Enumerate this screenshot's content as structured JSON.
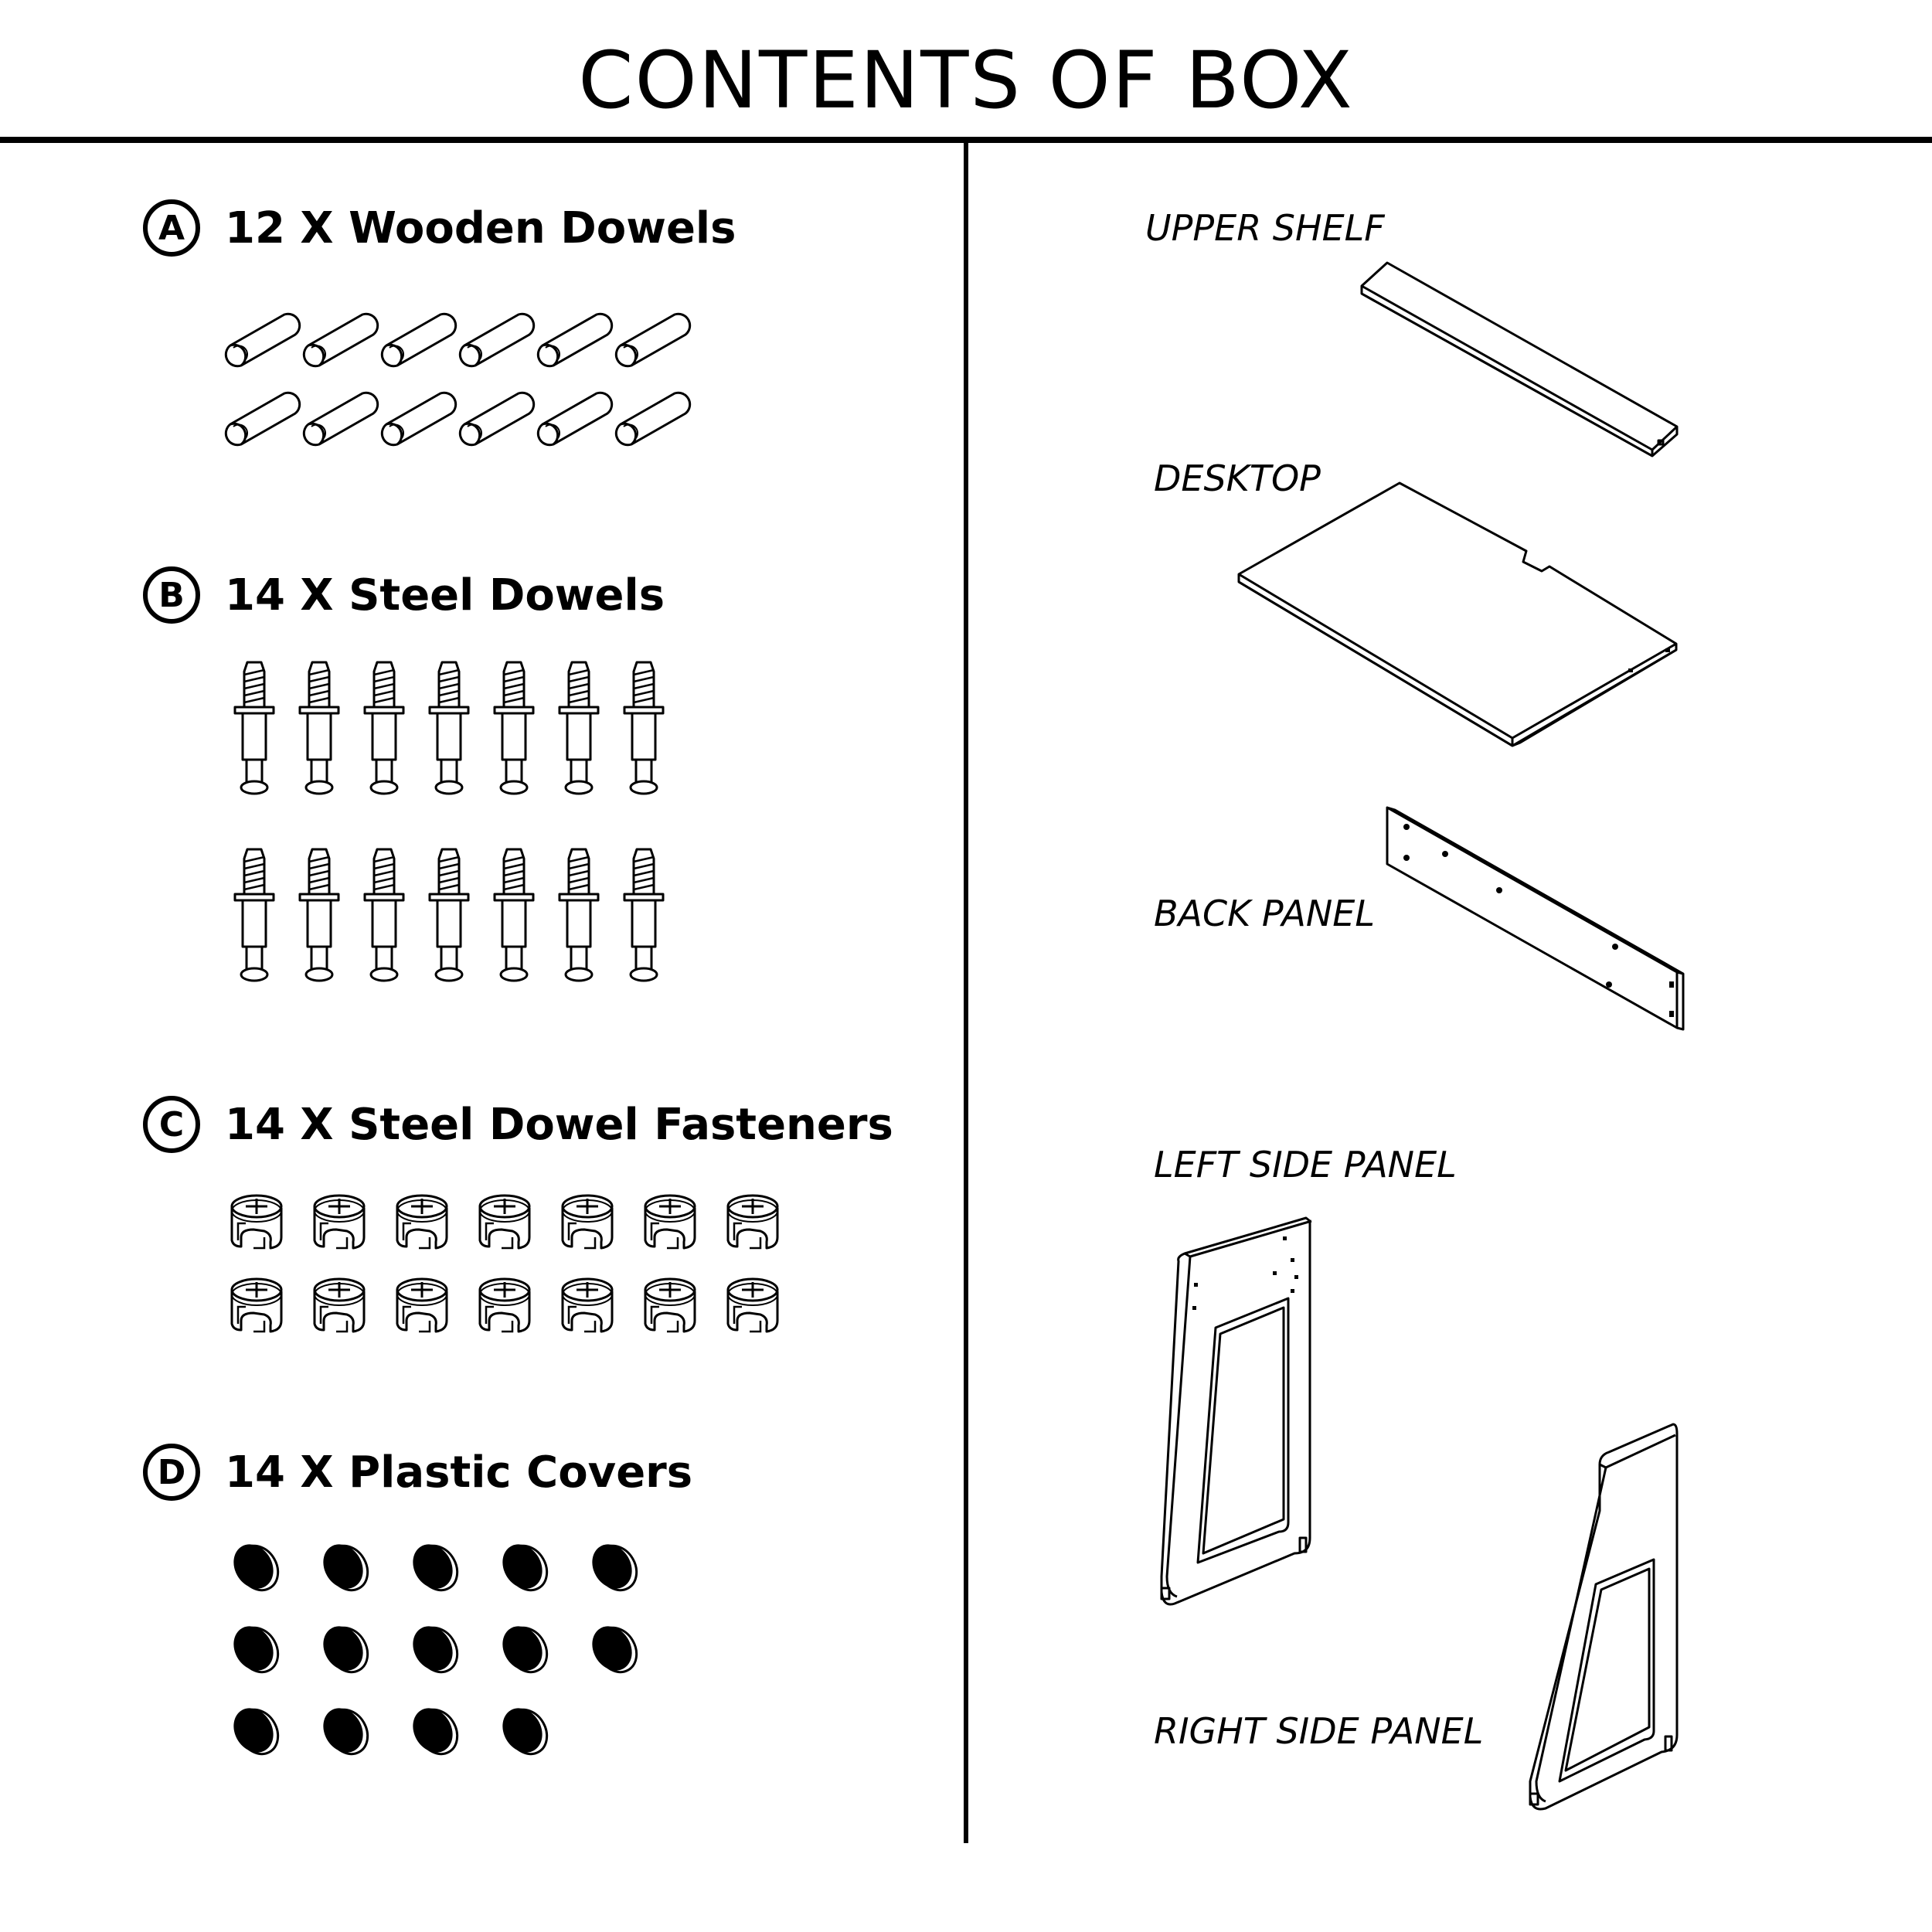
{
  "header": {
    "title": "CONTENTS OF BOX"
  },
  "hardware": [
    {
      "letter": "A",
      "label": "12 X Wooden Dowels",
      "count": 12,
      "icon": "wooden-dowel-icon"
    },
    {
      "letter": "B",
      "label": "14 X Steel Dowels",
      "count": 14,
      "icon": "steel-dowel-icon"
    },
    {
      "letter": "C",
      "label": "14 X Steel Dowel Fasteners",
      "count": 14,
      "icon": "cam-lock-fastener-icon"
    },
    {
      "letter": "D",
      "label": "14 X Plastic Covers",
      "count": 14,
      "icon": "plastic-cover-icon"
    }
  ],
  "panels": [
    {
      "label": "UPPER SHELF",
      "icon": "upper-shelf-icon"
    },
    {
      "label": "DESKTOP",
      "icon": "desktop-icon"
    },
    {
      "label": "BACK PANEL",
      "icon": "back-panel-icon"
    },
    {
      "label": "LEFT SIDE PANEL",
      "icon": "left-side-panel-icon"
    },
    {
      "label": "RIGHT SIDE PANEL",
      "icon": "right-side-panel-icon"
    }
  ],
  "colors": {
    "ink": "#000000",
    "background": "#ffffff"
  }
}
